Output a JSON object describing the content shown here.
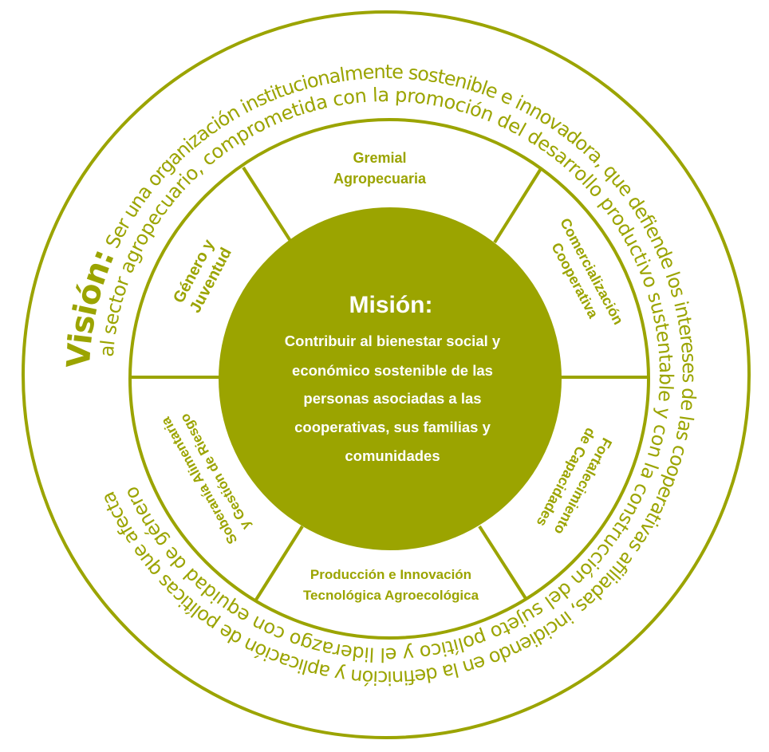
{
  "colors": {
    "accent": "#9ba400",
    "background": "#ffffff",
    "mission_text": "#ffffff"
  },
  "vision": {
    "title": "Visión:",
    "line1": "Ser una organización institucionalmente sostenible e innovadora, que defiende los intereses de las cooperativas afiliadas, incidiendo en la definición y aplicación de políticas que afecta",
    "line2": "al sector agropecuario, comprometida con la promoción del desarrollo productivo sustentable y con la construcción del sujeto político y el liderazgo con equidad de género"
  },
  "segments": {
    "top": [
      "Gremial",
      "Agropecuaria"
    ],
    "top_right": [
      "Comercialización",
      "Cooperativa"
    ],
    "bottom_right": [
      "Fortalecimiento",
      "de Capacidades"
    ],
    "bottom": [
      "Producción e Innovación",
      "Tecnológica Agroecológica"
    ],
    "bottom_left": [
      "Soberanía Alimentaria",
      "y Gestión de Riesgo"
    ],
    "top_left": [
      "Género y",
      "Juventud"
    ]
  },
  "mission": {
    "title": "Misión:",
    "lines": [
      "Contribuir al bienestar social y",
      "económico sostenible de las",
      "personas asociadas a las",
      "cooperativas, sus familias y",
      "comunidades"
    ]
  }
}
